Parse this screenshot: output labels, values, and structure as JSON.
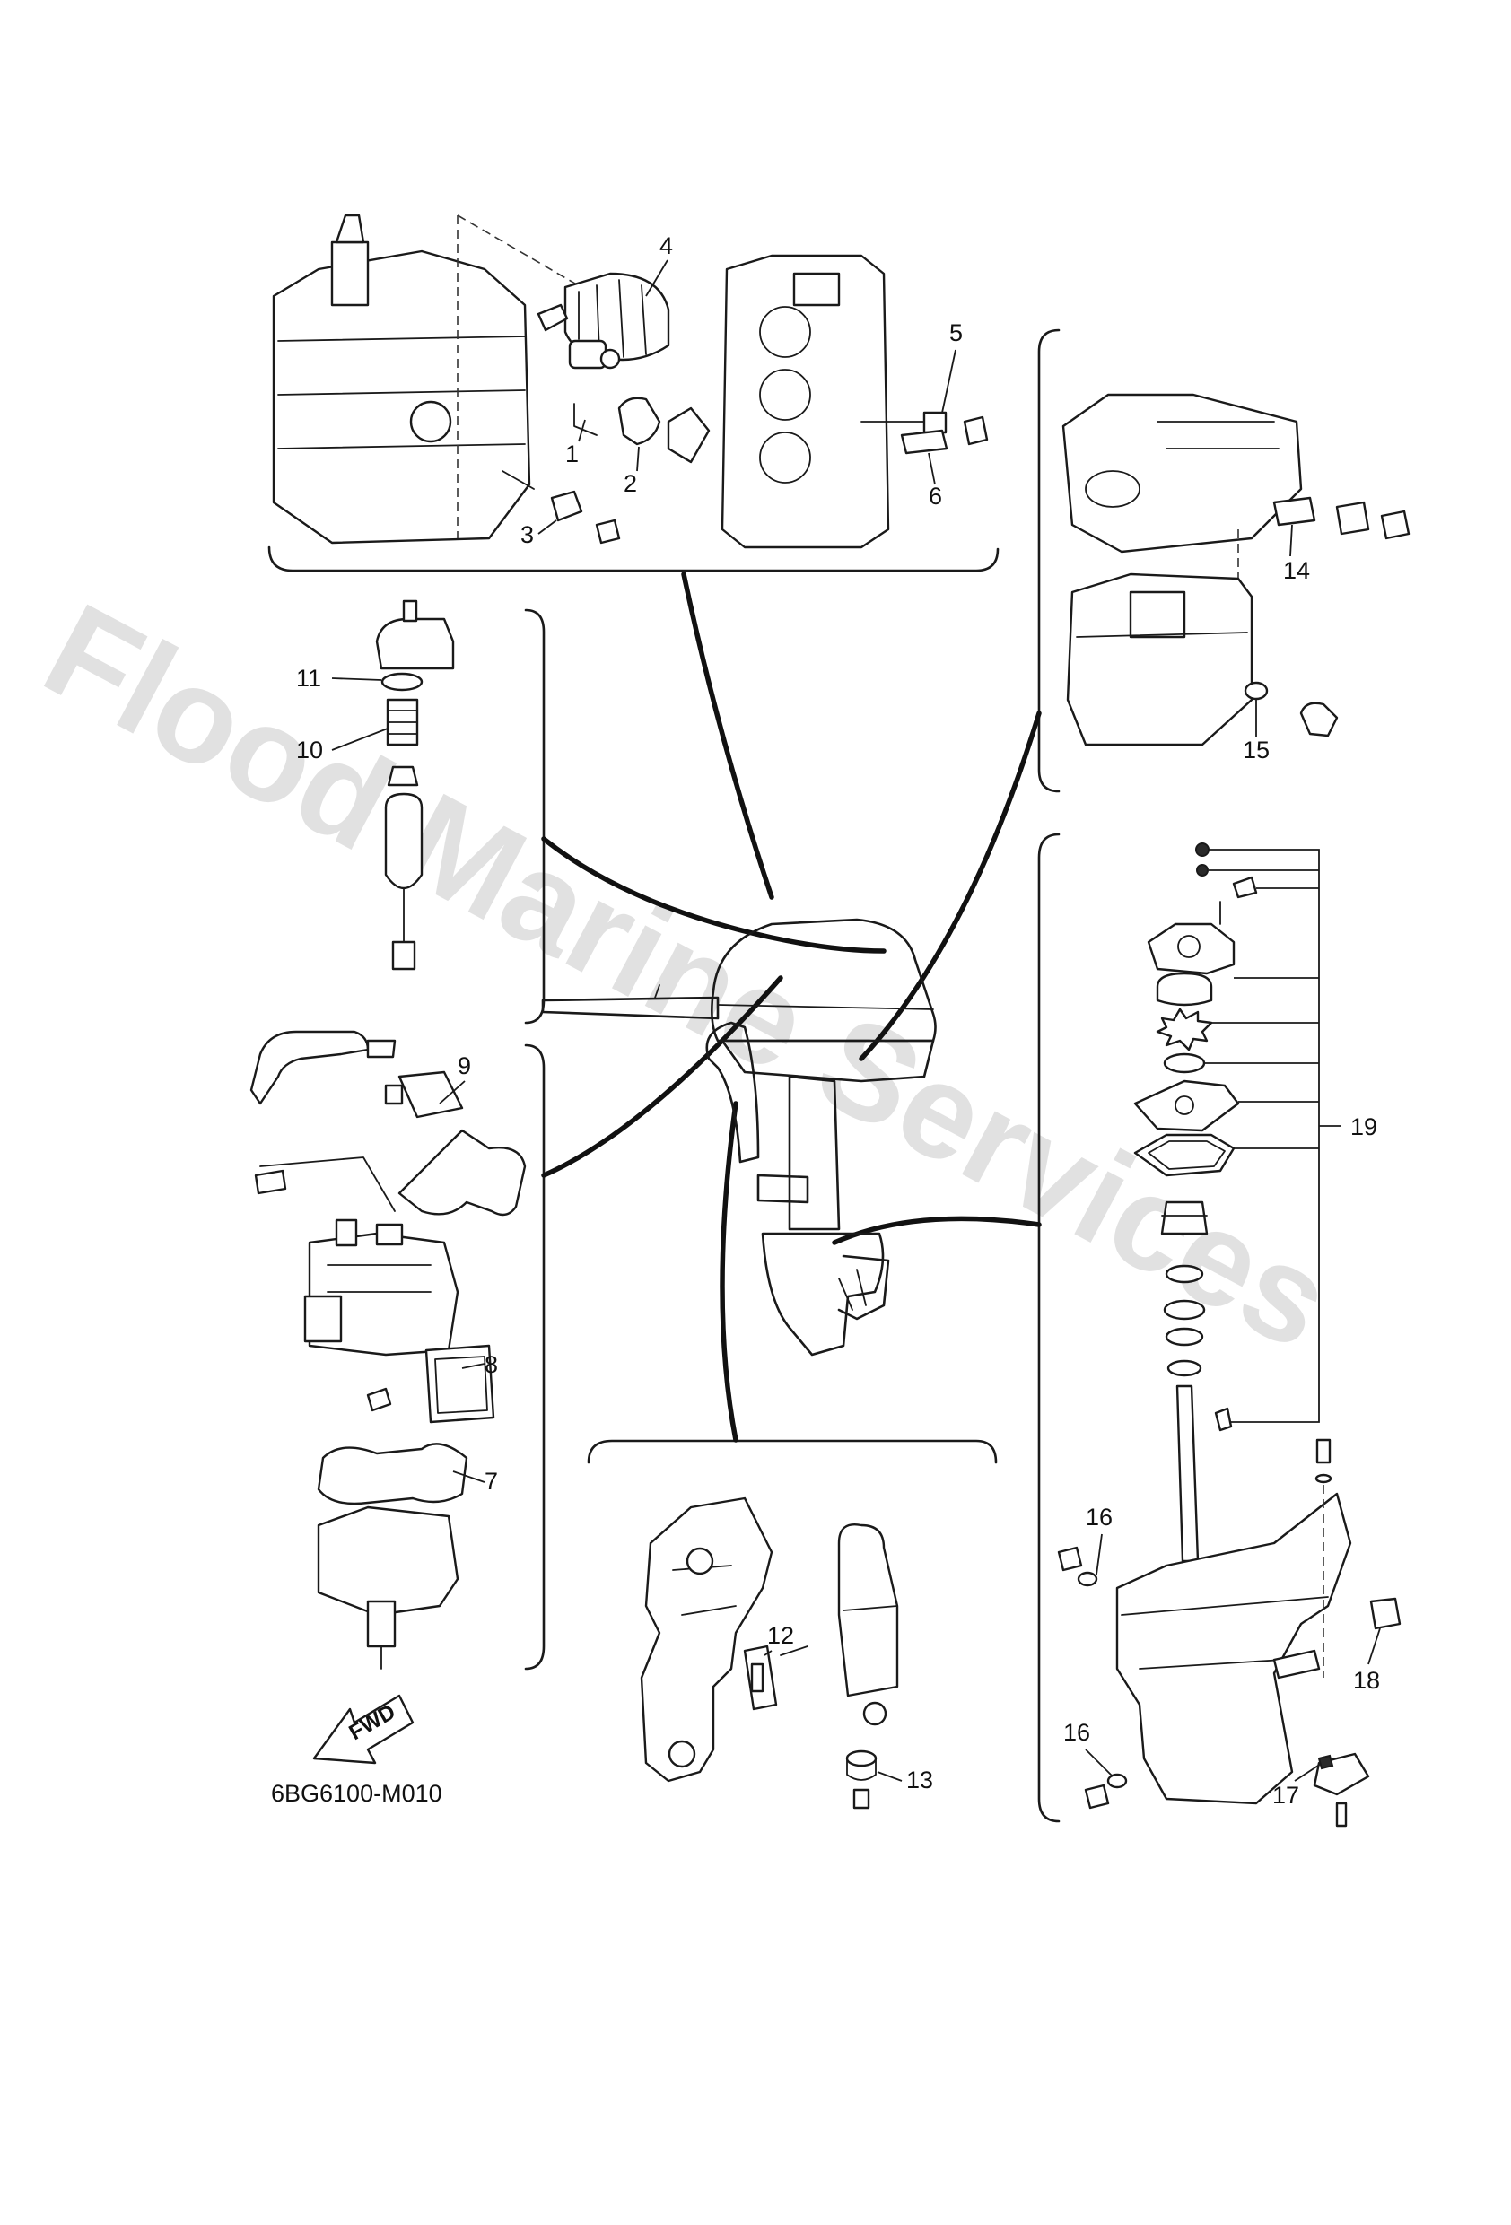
{
  "diagram_code": "6BG6100-M010",
  "watermark": "Flood Marine Services",
  "fwd_label": "FWD",
  "callouts": [
    "1",
    "2",
    "3",
    "4",
    "5",
    "6",
    "7",
    "8",
    "9",
    "10",
    "11",
    "12",
    "13",
    "14",
    "15",
    "16",
    "16",
    "17",
    "18",
    "19"
  ]
}
